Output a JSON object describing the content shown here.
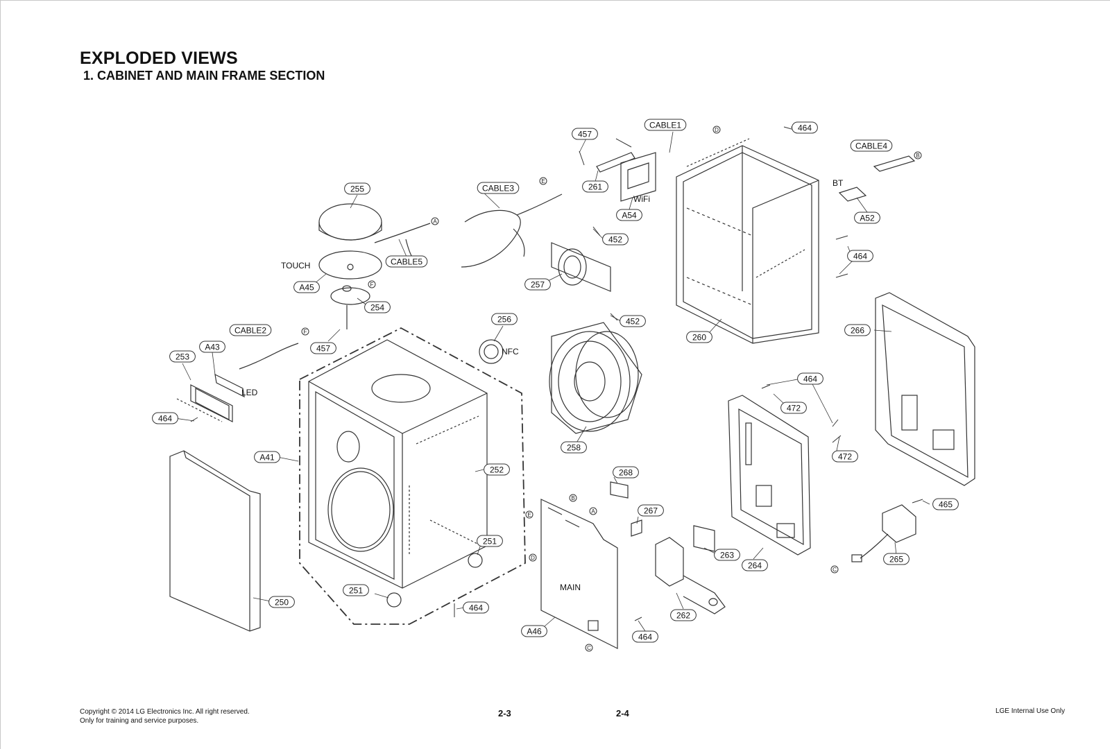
{
  "header": {
    "title": "EXPLODED VIEWS",
    "subtitle": "1. CABINET AND MAIN FRAME SECTION"
  },
  "callouts": [
    {
      "id": "c-457a",
      "text": "457"
    },
    {
      "id": "c-cable1",
      "text": "CABLE1"
    },
    {
      "id": "c-464a",
      "text": "464"
    },
    {
      "id": "c-cable4",
      "text": "CABLE4"
    },
    {
      "id": "c-255",
      "text": "255"
    },
    {
      "id": "c-cable3",
      "text": "CABLE3"
    },
    {
      "id": "c-261",
      "text": "261"
    },
    {
      "id": "c-a54",
      "text": "A54"
    },
    {
      "id": "c-a52",
      "text": "A52"
    },
    {
      "id": "c-cable5",
      "text": "CABLE5"
    },
    {
      "id": "c-452a",
      "text": "452"
    },
    {
      "id": "c-464b",
      "text": "464"
    },
    {
      "id": "c-a45",
      "text": "A45"
    },
    {
      "id": "c-257",
      "text": "257"
    },
    {
      "id": "c-254",
      "text": "254"
    },
    {
      "id": "c-256",
      "text": "256"
    },
    {
      "id": "c-452b",
      "text": "452"
    },
    {
      "id": "c-cable2",
      "text": "CABLE2"
    },
    {
      "id": "c-266",
      "text": "266"
    },
    {
      "id": "c-260",
      "text": "260"
    },
    {
      "id": "c-a43",
      "text": "A43"
    },
    {
      "id": "c-457b",
      "text": "457"
    },
    {
      "id": "c-253",
      "text": "253"
    },
    {
      "id": "c-464c",
      "text": "464"
    },
    {
      "id": "c-472a",
      "text": "472"
    },
    {
      "id": "c-464d",
      "text": "464"
    },
    {
      "id": "c-258",
      "text": "258"
    },
    {
      "id": "c-472b",
      "text": "472"
    },
    {
      "id": "c-a41",
      "text": "A41"
    },
    {
      "id": "c-252",
      "text": "252"
    },
    {
      "id": "c-268",
      "text": "268"
    },
    {
      "id": "c-267",
      "text": "267"
    },
    {
      "id": "c-465",
      "text": "465"
    },
    {
      "id": "c-251a",
      "text": "251"
    },
    {
      "id": "c-263",
      "text": "263"
    },
    {
      "id": "c-264",
      "text": "264"
    },
    {
      "id": "c-265",
      "text": "265"
    },
    {
      "id": "c-251b",
      "text": "251"
    },
    {
      "id": "c-250",
      "text": "250"
    },
    {
      "id": "c-464e",
      "text": "464"
    },
    {
      "id": "c-262",
      "text": "262"
    },
    {
      "id": "c-a46",
      "text": "A46"
    },
    {
      "id": "c-464f",
      "text": "464"
    }
  ],
  "connectors": [
    "A",
    "B",
    "C",
    "D",
    "E",
    "F"
  ],
  "labels": {
    "touch": "TOUCH",
    "wifi": "WiFi",
    "bt": "BT",
    "nfc": "NFC",
    "led": "LED",
    "main": "MAIN"
  },
  "footer": {
    "copyright_line1": "Copyright © 2014 LG Electronics Inc. All right reserved.",
    "copyright_line2": "Only for training and service purposes.",
    "page_left": "2-3",
    "page_right": "2-4",
    "internal": "LGE Internal Use Only"
  }
}
